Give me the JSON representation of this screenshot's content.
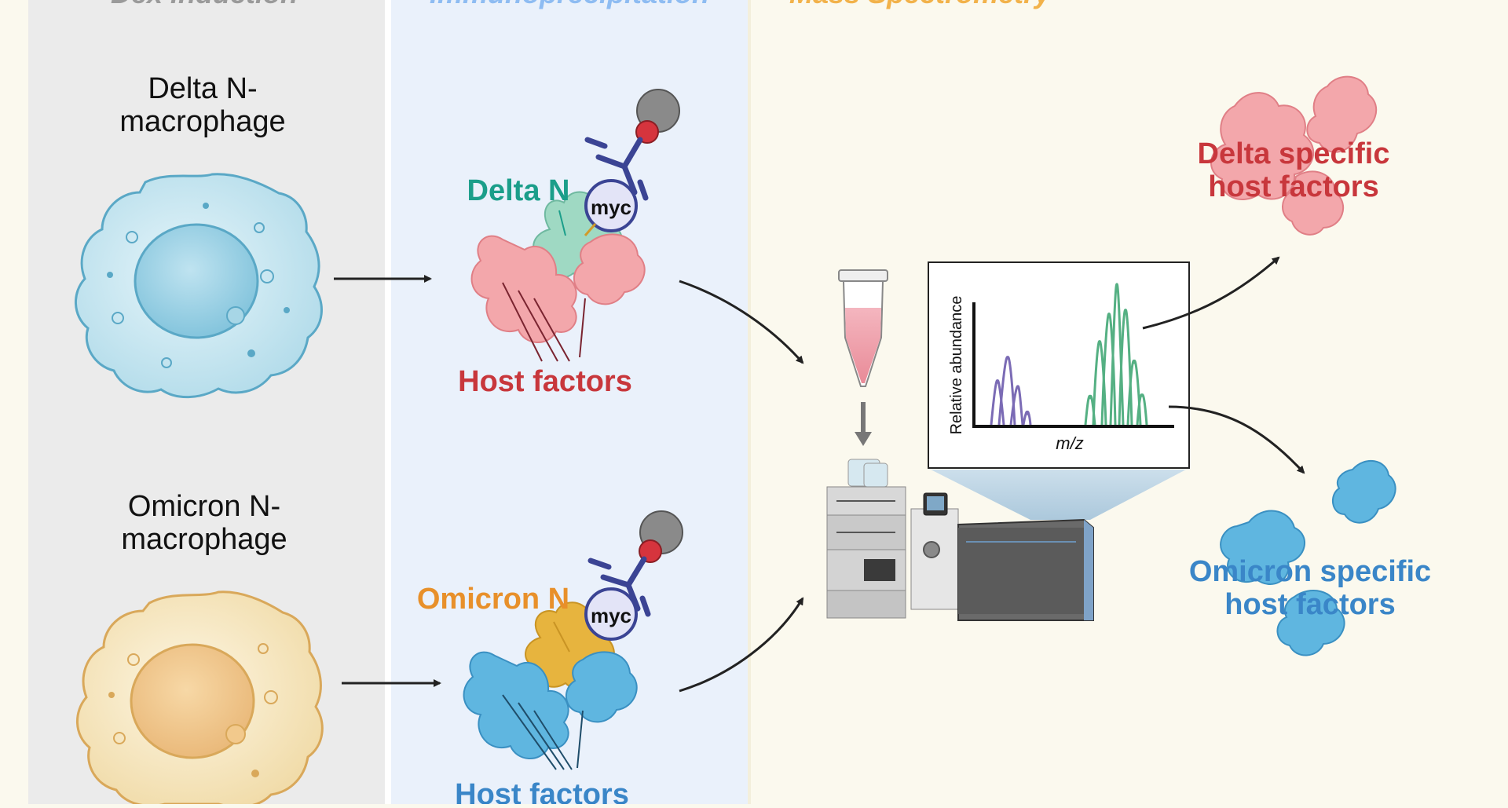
{
  "columns": {
    "dex": "Dex induction",
    "ip": "Immunoprecipitation",
    "ms": "Mass Spectrometry"
  },
  "cells": {
    "delta": [
      "Delta N-",
      "macrophage"
    ],
    "omicron": [
      "Omicron N-",
      "macrophage"
    ]
  },
  "ip": {
    "delta_label": "Delta N",
    "omicron_label": "Omicron N",
    "tag": "myc",
    "host_factors": "Host factors"
  },
  "spectrum": {
    "ylabel": "Relative abundance",
    "xlabel": "m/z"
  },
  "results": {
    "delta": [
      "Delta specific",
      "host factors"
    ],
    "omicron": [
      "Omicron specific",
      "host factors"
    ]
  },
  "colors": {
    "dex_bg": "#ebebeb",
    "ip_bg": "#eaf1fb",
    "ms_bg": "#fbf9ee",
    "dex_title": "#9a9a9a",
    "ip_title": "#8ebcf2",
    "ms_title": "#f2b24a",
    "delta_n": "#1b9e8a",
    "omicron_n": "#e8902a",
    "delta_red": "#c8373c",
    "omicron_blue": "#3a86c8",
    "antibody": "#3b4494"
  },
  "icons": [
    "macrophage-cell-icon",
    "antibody-icon",
    "protein-complex-icon",
    "tube-icon",
    "mass-spectrometer-icon"
  ]
}
